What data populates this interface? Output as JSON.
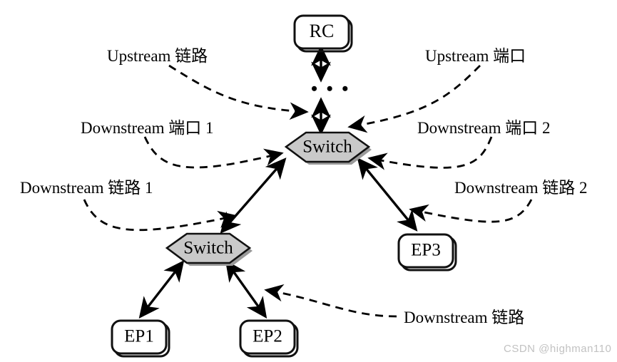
{
  "figure": {
    "title": "PCIe topology diagram",
    "background_color": "#ffffff",
    "line_color": "#000000",
    "node_fill_gray": "#c9c9c9",
    "node_fill_white": "#ffffff",
    "watermark_color": "#c2c2c2"
  },
  "nodes": {
    "rc": {
      "label": "RC",
      "shape": "rounded-rect",
      "fill": "#ffffff"
    },
    "switch_top": {
      "label": "Switch",
      "shape": "hexagon",
      "fill": "#c9c9c9"
    },
    "switch_bottom": {
      "label": "Switch",
      "shape": "hexagon",
      "fill": "#c9c9c9"
    },
    "ep1": {
      "label": "EP1",
      "shape": "rounded-rect",
      "fill": "#ffffff"
    },
    "ep2": {
      "label": "EP2",
      "shape": "rounded-rect",
      "fill": "#ffffff"
    },
    "ep3": {
      "label": "EP3",
      "shape": "rounded-rect",
      "fill": "#ffffff"
    }
  },
  "ellipsis": "• • •",
  "annotations": {
    "upstream_link": "Upstream 链路",
    "upstream_port": "Upstream 端口",
    "downstream_port_1": "Downstream 端口 1",
    "downstream_port_2": "Downstream 端口 2",
    "downstream_link_1": "Downstream 链路 1",
    "downstream_link_2": "Downstream 链路 2",
    "downstream_link_bottom": "Downstream 链路"
  },
  "watermark": "CSDN @highman110"
}
